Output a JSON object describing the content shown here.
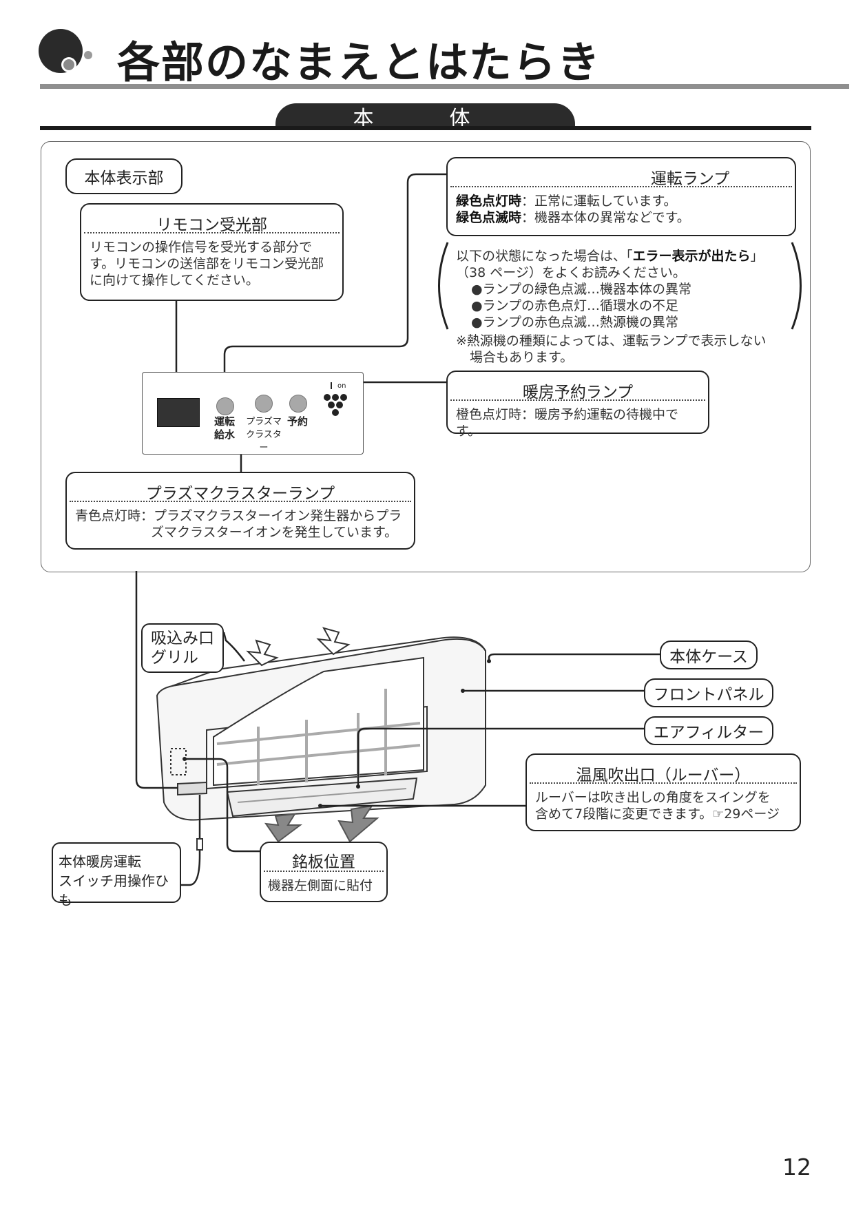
{
  "header": {
    "title": "各部のなまえとはたらき",
    "section": "本　体"
  },
  "display_panel": {
    "group_label": "本体表示部",
    "remote_receiver": {
      "title": "リモコン受光部",
      "body": [
        "リモコンの操作信号を受光する部分で",
        "す。リモコンの送信部をリモコン受光部",
        "に向けて操作してください。"
      ]
    },
    "operation_lamp": {
      "title": "運転ランプ",
      "lines": [
        {
          "key": "緑色点灯時",
          "value": "：正常に運転しています。"
        },
        {
          "key": "緑色点滅時",
          "value": "：機器本体の異常などです。"
        }
      ]
    },
    "error_note": {
      "line1_pre": "以下の状態になった場合は、「",
      "line1_bold": "エラー表示が出たら",
      "line1_post": "」",
      "line2": "（38 ページ）をよくお読みください。",
      "bullets": [
        "●ランプの緑色点滅…機器本体の異常",
        "●ランプの赤色点灯…循環水の不足",
        "●ランプの赤色点滅…熱源機の異常"
      ],
      "footnote": [
        "※熱源機の種類によっては、運転ランプで表示しない",
        "場合もあります。"
      ]
    },
    "heating_timer_lamp": {
      "title": "暖房予約ランプ",
      "body": "橙色点灯時：暖房予約運転の待機中です。"
    },
    "plasma_lamp": {
      "title": "プラズマクラスターランプ",
      "body": [
        "青色点灯時：プラズマクラスターイオン発生器からプラ",
        "ズマクラスターイオンを発生しています。"
      ]
    },
    "panel_labels": {
      "run": "運転",
      "water": "給水",
      "plasma1": "プラズマ",
      "plasma2": "クラスター",
      "timer": "予約",
      "ion_mark": "on"
    }
  },
  "unit_parts": {
    "intake_grille": [
      "吸込み口",
      "グリル"
    ],
    "body_case": "本体ケース",
    "front_panel": "フロントパネル",
    "air_filter": "エアフィルター",
    "louver": {
      "title": "温風吹出口（ルーバー）",
      "body": [
        "ルーバーは吹き出しの角度をスイングを",
        "含めて7段階に変更できます。☞29ページ"
      ]
    },
    "pull_cord": [
      "本体暖房運転",
      "スイッチ用操作ひも"
    ],
    "nameplate": {
      "title": "銘板位置",
      "body": "機器左側面に貼付"
    }
  },
  "page_number": "12"
}
